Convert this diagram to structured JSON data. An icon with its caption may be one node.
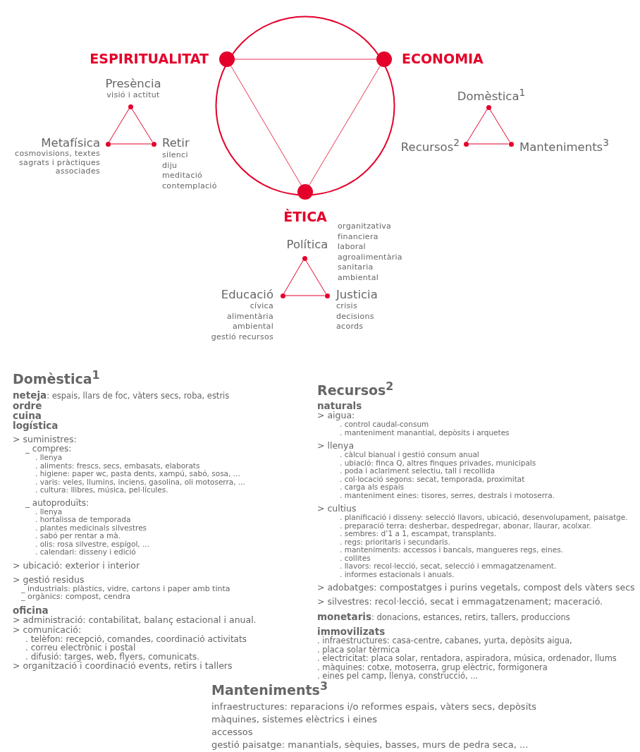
{
  "diagram": {
    "nodes": [
      {
        "text": [],
        "shape": "circle",
        "beside": [
          "ESPIRITUALITAT"
        ]
      },
      {
        "text": [],
        "shape": "circle",
        "beside": [
          "ECONOMIA"
        ]
      },
      {
        "text": [],
        "shape": "circle",
        "beside": [
          "Presència",
          "visió i actitut"
        ]
      },
      {
        "text": [],
        "shape": "circle",
        "beside": [
          "Domèstica$^{1}$"
        ]
      },
      {
        "text": [],
        "shape": "circle",
        "beside": [
          "Metafísica",
          "cosmovisions, textes sagrats i pràctiques associades"
        ]
      },
      {
        "text": [],
        "shape": "circle",
        "beside": [
          "Retir",
          "silenci",
          "diju",
          "meditació",
          "contemplació"
        ]
      },
      {
        "text": [],
        "shape": "circle",
        "beside": [
          "Recursos$^{2}$"
        ]
      },
      {
        "text": [],
        "shape": "circle",
        "beside": [
          "Manteniments$^{3}$"
        ]
      },
      {
        "text": [],
        "shape": "circle",
        "beside": [
          "ÈTICA"
        ]
      },
      {
        "text": [],
        "shape": "circle",
        "beside": [
          "Política",
          "organitzativa",
          "financiera",
          "laboral",
          "agroalimentària",
          "sanitaria",
          "ambiental"
        ]
      },
      {
        "text": [],
        "shape": "circle",
        "beside": [
          "Educació",
          "cívica",
          "alimentària",
          "ambiental",
          "gestió recursos"
        ]
      },
      {
        "text": [],
        "shape": "circle",
        "beside": [
          "Justicia",
          "crisis",
          "decisions",
          "acords"
        ]
      }
    ],
    "edges": [
      {
        "from": 0,
        "to": 1,
        "arrow": "none"
      },
      {
        "from": 1,
        "to": 8,
        "arrow": "none"
      },
      {
        "from": 8,
        "to": 0,
        "arrow": "none"
      },
      {
        "from": 2,
        "to": 4,
        "arrow": "none"
      },
      {
        "from": 4,
        "to": 5,
        "arrow": "none"
      },
      {
        "from": 5,
        "to": 2,
        "arrow": "none"
      },
      {
        "from": 3,
        "to": 6,
        "arrow": "none"
      },
      {
        "from": 6,
        "to": 7,
        "arrow": "none"
      },
      {
        "from": 7,
        "to": 3,
        "arrow": "none"
      },
      {
        "from": 9,
        "to": 10,
        "arrow": "none"
      },
      {
        "from": 10,
        "to": 11,
        "arrow": "none"
      },
      {
        "from": 11,
        "to": 9,
        "arrow": "none"
      }
    ],
    "labels": [
      "Domèstica$^{1}$",
      "**neteja**: espais, llars de foc, vàters secs, roba, estris",
      "ordre",
      "cuina",
      "logística",
      "> suministres:",
      "_ compres:",
      ". llenya",
      ". aliments: frescs, secs, embasats, elaborats",
      ". higiene: paper wc, pasta dents, xampú, sabó, sosa, ...",
      ". varis: veles, llumins, inciens, gasolina, oli motoserra, ...",
      ". cultura: llibres, música, pel·lícules.",
      "_ autoproduïts:",
      ". llenya",
      ". hortalissa de temporada",
      ". plantes medicinals silvestres",
      ". sabó per rentar a mà.",
      ". olis: rosa silvestre, espígol, ...",
      ". calendari: disseny i edició",
      "> ubicació: exterior i interior",
      "> gestió residus",
      "_ industrials: plàstics, vidre, cartons i paper amb tinta",
      "_ orgànics: compost, cendra",
      "oficina",
      "> administració: contabilitat, balanç estacional i anual.",
      "> comunicació:",
      ". telèfon: recepció, comandes, coordinació activitats",
      ". correu electrònic i postal",
      ". difusió: targes, web, flyers, comunicats.",
      "> organització i coordinació events, retirs i tallers",
      "Recursos$^{2}$",
      "naturals",
      "> aigua:",
      ". control caudal-consum",
      ". manteniment manantial, depòsits i arquetes",
      "> llenya",
      ". càlcul bianual i gestió consum anual",
      ". ubiació: finca Q, altres finques privades, municipals",
      ". poda i aclariment selectiu, tall i recollida",
      ". col·locació segons: secat, temporada, proximitat",
      ". carga als espais",
      ". manteniment eines: tisores, serres, destrals i motoserra.",
      "> cultius",
      ". planificació i disseny: selecció llavors, ubicació, desenvolupament, paisatge.",
      ". preparació terra: desherbar, despedregar, abonar, llaurar, acolxar.",
      ". sembres: d’1 a 1, escampat, transplants.",
      ". regs: prioritaris i secundaris.",
      ". manteniments: accessos i bancals, mangueres regs, eines.",
      ". collites",
      ". llavors: recol·lecció, secat, selecció i emmagatzenament.",
      ". informes estacionals i anuals.",
      "> adobatges: compostatges i purins vegetals, compost dels vàters secs",
      "> silvestres: recol·lecció, secat i emmagatzenament; maceració.",
      "**monetaris**: donacions, estances, retirs, tallers, produccions",
      "immovilizats",
      ". infraestructures: casa-centre, cabanes, yurta, depòsits aigua,",
      ". placa solar tèrmica",
      ". electricitat: placa solar, rentadora, aspiradora, música, ordenador, llums",
      ". màquines: cotxe, motoserra, grup elèctric, formigonera",
      ". eines pel camp, llenya, construcció, ...",
      "Manteniments$^{3}$",
      "infraestructures: reparacions i/o reformes espais, vàters secs, depòsits",
      "màquines, sistemes elèctrics i eines",
      "accessos",
      "gestió paisatge: manantials, sèquies, basses, murs de pedra seca, ..."
    ]
  }
}
